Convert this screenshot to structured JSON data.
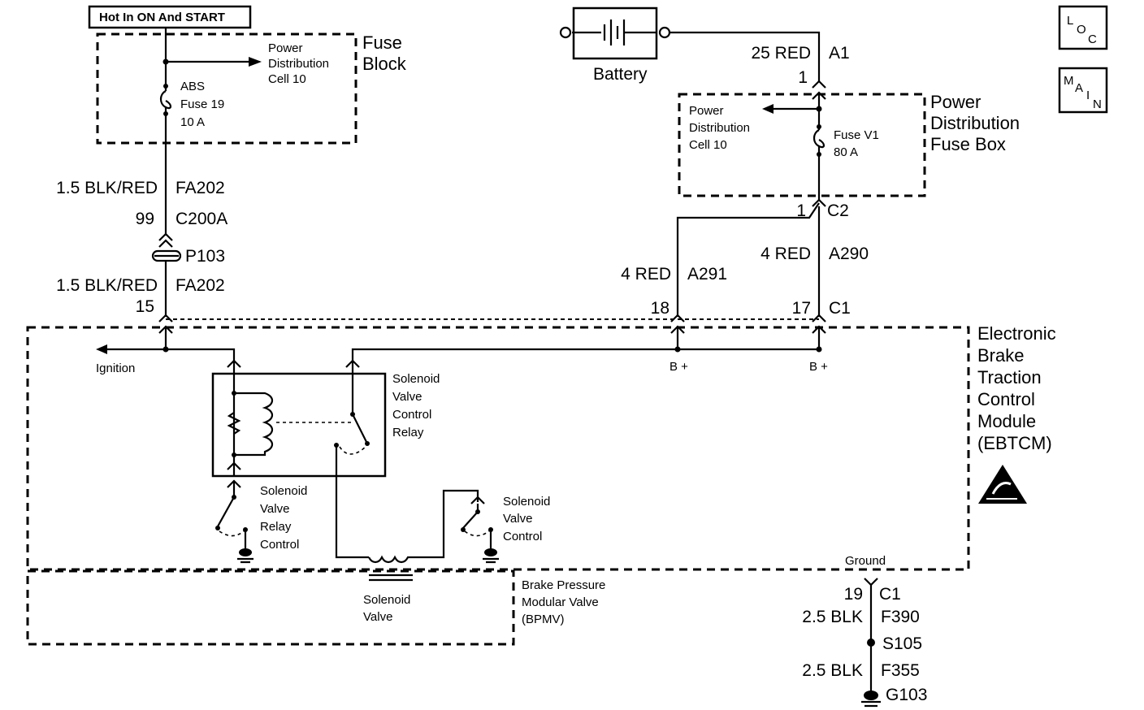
{
  "hot_label": "Hot In ON And START",
  "fuse_block": {
    "title_line1": "Fuse",
    "title_line2": "Block",
    "pd_line1": "Power",
    "pd_line2": "Distribution",
    "pd_line3": "Cell 10",
    "fuse_line1": "ABS",
    "fuse_line2": "Fuse 19",
    "fuse_line3": "10 A"
  },
  "left_wire": {
    "w1_gauge": "1.5 BLK/RED",
    "w1_circuit": "FA202",
    "c1_pin": "99",
    "c1_name": "C200A",
    "splice": "P103",
    "w2_gauge": "1.5 BLK/RED",
    "w2_circuit": "FA202",
    "pin": "15"
  },
  "battery": {
    "label": "Battery",
    "wire_gauge": "25 RED",
    "wire_circuit": "A1",
    "pin": "1"
  },
  "pdfb": {
    "title_line1": "Power",
    "title_line2": "Distribution",
    "title_line3": "Fuse Box",
    "pd_line1": "Power",
    "pd_line2": "Distribution",
    "pd_line3": "Cell 10",
    "fuse_line1": "Fuse V1",
    "fuse_line2": "80 A",
    "c2_pin": "1",
    "c2_name": "C2"
  },
  "right_wires": {
    "a291_gauge": "4 RED",
    "a291_circuit": "A291",
    "a291_pin": "18",
    "a290_gauge": "4 RED",
    "a290_circuit": "A290",
    "a290_pin": "17",
    "c1_name": "C1"
  },
  "ebtcm": {
    "line1": "Electronic",
    "line2": "Brake",
    "line3": "Traction",
    "line4": "Control",
    "line5": "Module",
    "line6": "(EBTCM)",
    "ignition": "Ignition",
    "bplus1": "B +",
    "bplus2": "B +",
    "relay_line1": "Solenoid",
    "relay_line2": "Valve",
    "relay_line3": "Control",
    "relay_line4": "Relay",
    "svrc_line1": "Solenoid",
    "svrc_line2": "Valve",
    "svrc_line3": "Relay",
    "svrc_line4": "Control",
    "svc_line1": "Solenoid",
    "svc_line2": "Valve",
    "svc_line3": "Control",
    "ground": "Ground"
  },
  "bpmv": {
    "sv_line1": "Solenoid",
    "sv_line2": "Valve",
    "line1": "Brake Pressure",
    "line2": "Modular Valve",
    "line3": "(BPMV)"
  },
  "ground_wire": {
    "pin": "19",
    "conn": "C1",
    "w1_gauge": "2.5 BLK",
    "w1_circuit": "F390",
    "splice": "S105",
    "w2_gauge": "2.5 BLK",
    "w2_circuit": "F355",
    "ground": "G103"
  },
  "loc_icon": {
    "l1": "L",
    "l2": "O",
    "l3": "C"
  },
  "main_icon": {
    "l1": "M",
    "l2": "A",
    "l3": "I",
    "l4": "N"
  }
}
